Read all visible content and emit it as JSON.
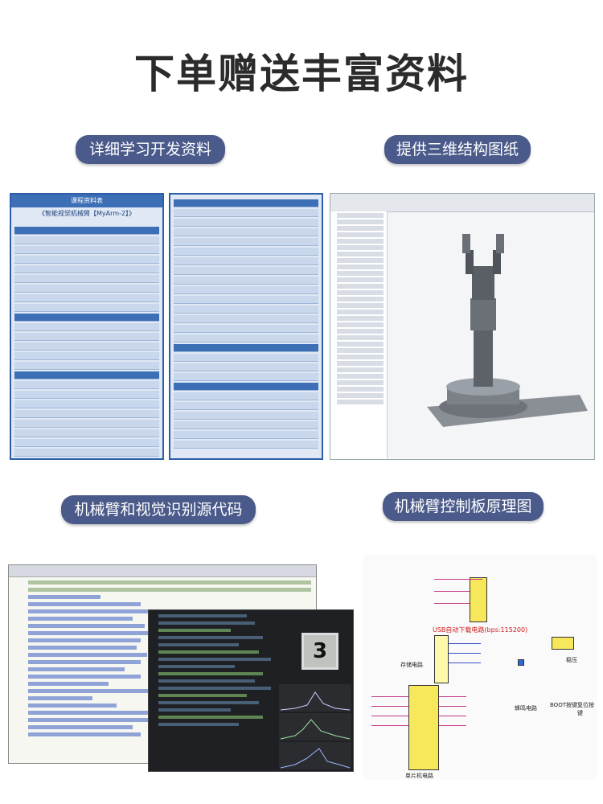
{
  "heading": "下单赠送丰富资料",
  "badges": {
    "course": "详细学习开发资料",
    "cad": "提供三维结构图纸",
    "code": "机械臂和视觉识别源代码",
    "schematic": "机械臂控制板原理图"
  },
  "course_doc": {
    "header": "课程资料表",
    "title": "《智能视觉机械臂【MyArm-2】》"
  },
  "code_screenshot": {
    "digit": "3"
  },
  "schematic": {
    "usb_title": "USB自动下载电路(bps:115200)",
    "labels": {
      "storage": "存储电路",
      "regulator": "稳压",
      "buzzer": "蜂鸣电路",
      "boot": "BOOT按键",
      "reset": "复位按键",
      "mcu": "单片机电路"
    }
  },
  "colors": {
    "badge_bg": "#4a5a8a",
    "doc_border": "#2c5fa8"
  }
}
